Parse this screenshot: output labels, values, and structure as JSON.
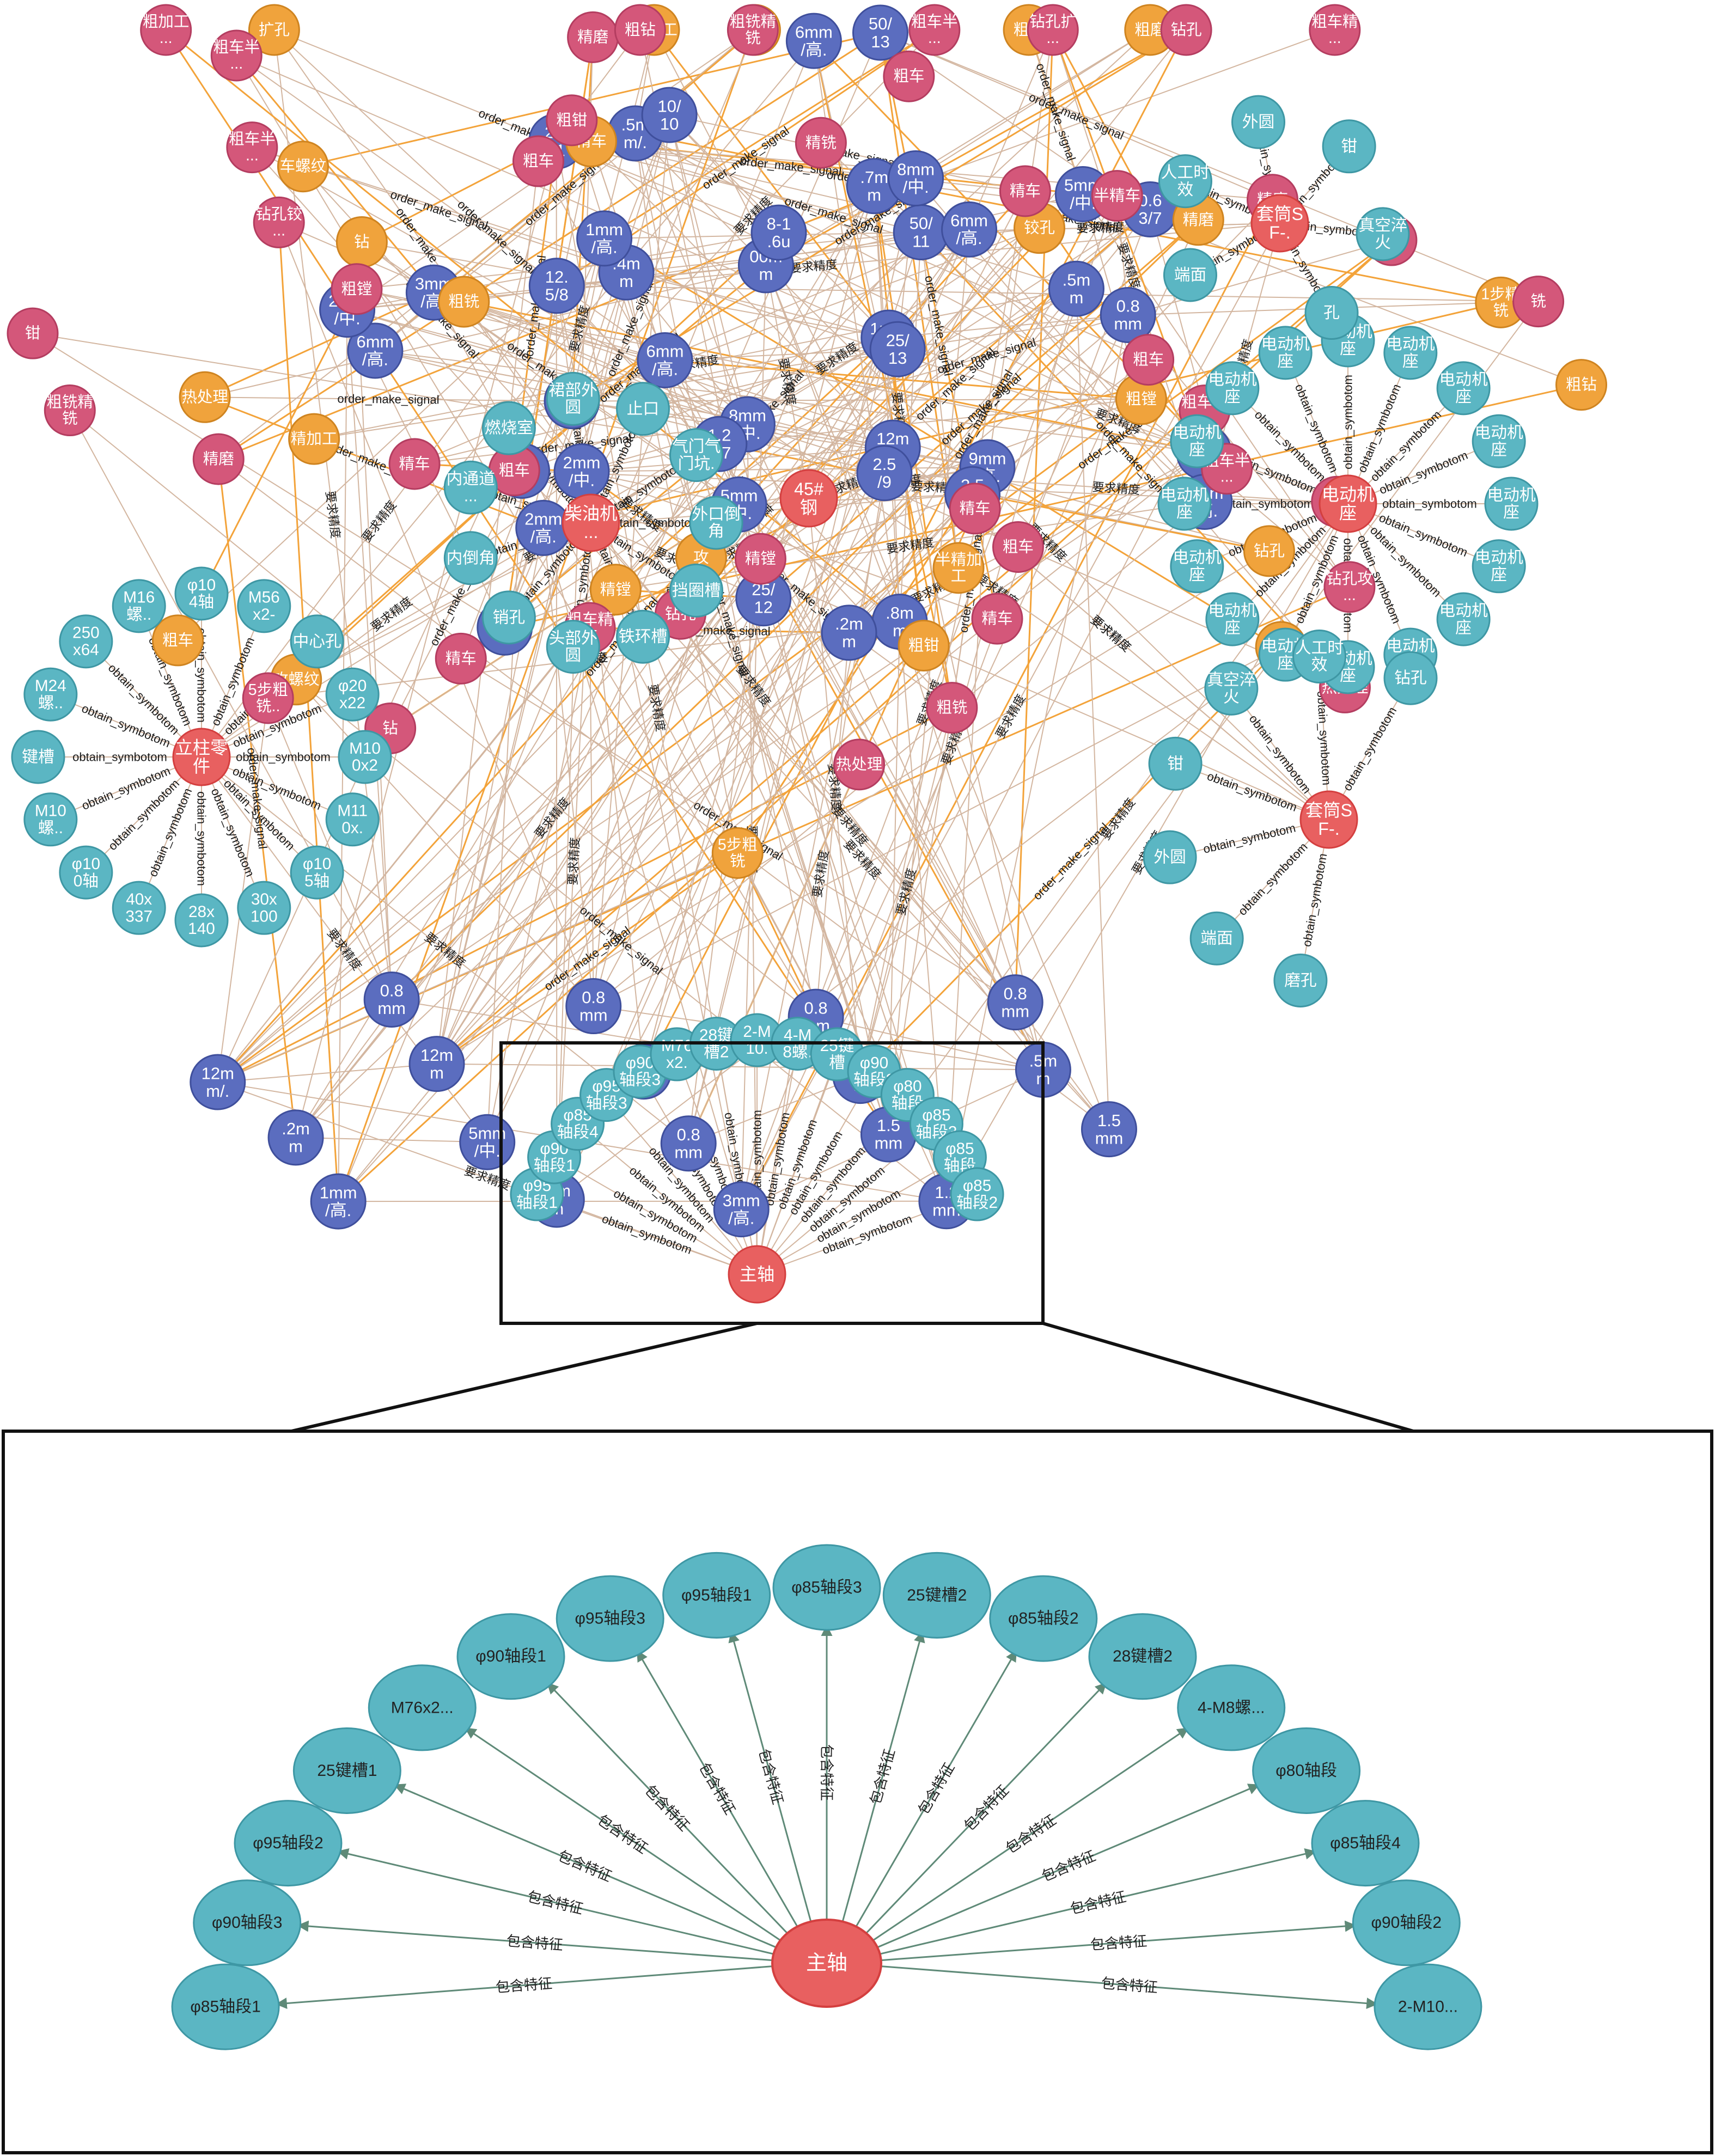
{
  "colors": {
    "blue": "#5b6dbf",
    "blue_stroke": "#3f4f9c",
    "teal": "#5bb6c3",
    "teal_stroke": "#3e97a4",
    "pink": "#d4577a",
    "pink_stroke": "#b43d60",
    "orange": "#f0a33c",
    "orange_stroke": "#cf8420",
    "red": "#e86060",
    "red_stroke": "#d43f3f",
    "edge_tan": "#d3b6a0",
    "edge_orange": "#f3a33a",
    "edge_zoom": "#5f8a78"
  },
  "graph": {
    "hubs": [
      {
        "id": "spindle",
        "label": "主轴",
        "color": "red"
      },
      {
        "id": "column",
        "label": "立柱零件",
        "color": "red"
      },
      {
        "id": "diesel",
        "label": "柴油机...",
        "color": "red"
      },
      {
        "id": "motor",
        "label": "电动机座",
        "color": "red"
      },
      {
        "id": "sleeve1",
        "label": "套筒SF-...",
        "color": "red"
      },
      {
        "id": "sleeve2",
        "label": "套筒SF-...",
        "color": "red"
      },
      {
        "id": "steel",
        "label": "45#钢",
        "color": "red"
      }
    ],
    "features": {
      "spindle": [
        "φ95轴段1",
        "φ90轴段1",
        "φ85轴段4",
        "φ95轴段3",
        "φ90轴段3",
        "M76x2...",
        "28键槽2",
        "2-M10...",
        "4-M8螺...",
        "25键槽",
        "φ90轴段2",
        "φ80轴段",
        "φ85轴段3",
        "φ85轴段",
        "φ85轴段2"
      ],
      "column": [
        "M100x2",
        "M110x...",
        "φ105轴",
        "30x100槽",
        "28x140槽",
        "40x337槽",
        "φ100轴",
        "M10螺...",
        "键槽",
        "M24螺...",
        "250x640",
        "M16螺...",
        "φ104轴",
        "M56x2-",
        "中心孔",
        "φ20x22"
      ],
      "diesel": [
        "外口倒角",
        "挡圈槽",
        "铁环槽",
        "头部外圆",
        "销孔",
        "内倒角",
        "内通道...",
        "燃烧室",
        "裙部外圆",
        "止口",
        "气门气门坑..."
      ],
      "motor": [
        "电动机座",
        "电动机座",
        "电动机座",
        "电动机座",
        "电动机座",
        "电动机座",
        "电动机座",
        "电动机座",
        "电动机座",
        "电动机座",
        "电动机座",
        "电动机座",
        "电动机座",
        "电动机座",
        "电动机座",
        "电动机座"
      ],
      "sleeve1": [
        "端面",
        "人工时效",
        "外圆",
        "钳",
        "真空淬火",
        "孔"
      ],
      "sleeve2": [
        "磨孔",
        "端面",
        "外圆",
        "钳",
        "真空淬火",
        "人工时效",
        "钻孔"
      ]
    },
    "precision": [
      "1mm/中...",
      "2mm/中...",
      "6mm/高...",
      "12mm/...",
      "3mm/高...",
      "5mm/中...",
      "8mm/中...",
      ".5mm/...",
      "1.2mm",
      "0.8mm",
      ".7mm",
      ".8mm",
      ".4mm",
      ".5mm",
      "10mm",
      "00mm",
      "9mm/高...",
      "6mm/高...",
      "50/11",
      "25/12",
      "25/11",
      "25/13",
      "50/12",
      "50/13",
      "2.5/9",
      "12.5/8",
      "0.63/7",
      "1.25/7",
      "10/10",
      "3mm/高...",
      "6mm/高...",
      "8mm/中...",
      ".2mm",
      "1mm/高...",
      "0.8mm",
      "2mm/高...",
      "8-1.6u",
      "2.5/9",
      "2mm/中...",
      "6mm/高...",
      "5mm/中...",
      "12mm/...",
      ".2mm",
      "1mm/高...",
      "0.8mm",
      "12mm",
      "5mm/中...",
      ".5mm",
      "0.8mm",
      "3mm/高...",
      "0.8mm",
      "3mm/高...",
      "0.8mm",
      ".2mm",
      "1.5mm",
      "1.2mm",
      "0.8mm",
      ".5mm",
      "1.5mm"
    ],
    "process_orange": [
      "粗镗",
      "精镗",
      "车螺纹",
      "粗磨",
      "精铣",
      "粗车",
      "精车",
      "精磨",
      "粗钳",
      "热处理",
      "半精车",
      "粗钻",
      "攻",
      "钻",
      "粗铣",
      "钻孔",
      "攻螺纹",
      "扩孔",
      "铰孔",
      "半精加工",
      "精加工",
      "粗加工",
      "1步精铣",
      "5步粗铣",
      "粗铣"
    ],
    "process_pink": [
      "粗车",
      "粗车半...",
      "精车",
      "粗车半...",
      "粗车精...",
      "精车",
      "精车",
      "精磨",
      "粗钳",
      "热处理",
      "钳",
      "精铣",
      "粗车半...",
      "粗车精车",
      "粗车半...",
      "钻孔",
      "热处理",
      "粗车",
      "粗钳",
      "精磨",
      "粗铣",
      "粗铣精铣",
      "粗铣精铣",
      "粗车",
      "钻孔",
      "钻孔铰...",
      "钻孔扩...",
      "钻孔攻...",
      "5步粗铣...",
      "粗车",
      "半精车",
      "精车",
      "精磨",
      "粗钻",
      "铣",
      "精镗",
      "粗镗",
      "粗车半...",
      "攻",
      "钻",
      "粗加工...",
      "精车",
      "粗车"
    ],
    "relations": [
      "order_make_signal",
      "obtain_symbotom",
      "要求精度"
    ]
  },
  "zoom": {
    "center": "主轴",
    "relation": "包含特征",
    "features": [
      "φ85轴段1",
      "φ90轴段3",
      "φ95轴段2",
      "25键槽1",
      "M76x2...",
      "φ90轴段1",
      "φ95轴段3",
      "φ95轴段1",
      "φ85轴段3",
      "25键槽2",
      "φ85轴段2",
      "28键槽2",
      "4-M8螺...",
      "φ80轴段",
      "φ85轴段4",
      "φ90轴段2",
      "2-M10..."
    ]
  }
}
